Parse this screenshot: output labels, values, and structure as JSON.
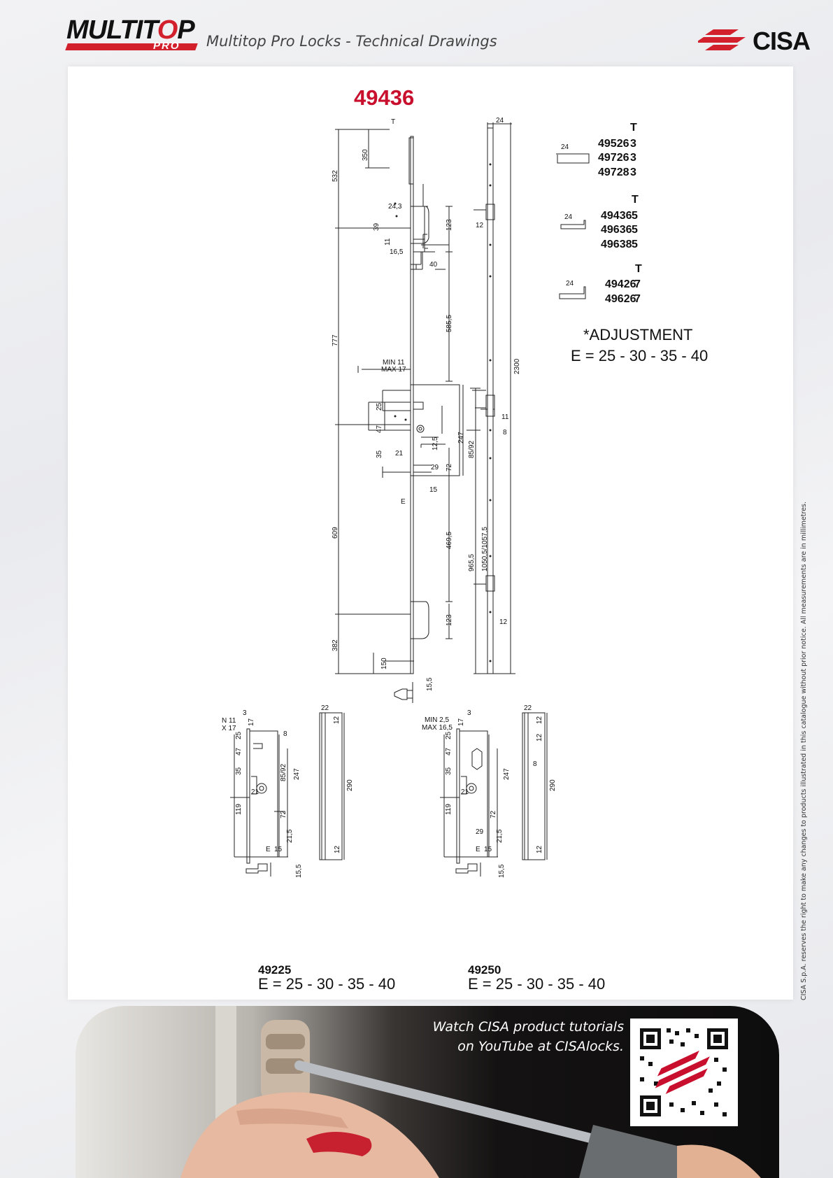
{
  "header": {
    "brand_prefix": "MULTIT",
    "brand_red": "O",
    "brand_suffix": "P",
    "brand_sub": "PRO",
    "title": "Multitop Pro Locks - Technical Drawings",
    "cisa_logo": "CISA"
  },
  "main": {
    "product_code": "49436",
    "dims": [
      "T",
      "24",
      "350",
      "532",
      "24,3",
      "39",
      "11",
      "123",
      "16,5",
      "40",
      "12",
      "777",
      "585,5",
      "2300",
      "MIN 11",
      "MAX 17",
      "25",
      "47",
      "35",
      "21",
      "12,5",
      "247",
      "85/92",
      "29",
      "72",
      "15",
      "E",
      "11",
      "8",
      "609",
      "469,5",
      "965,5",
      "1050,5/1057,5",
      "12",
      "123",
      "382",
      "150",
      "15,5"
    ],
    "variants": [
      {
        "t_label": "T",
        "width": "24",
        "t": "3",
        "codes": [
          "49526",
          "49726",
          "49728"
        ]
      },
      {
        "t_label": "T",
        "width": "24",
        "t": "5",
        "codes": [
          "49436",
          "49636",
          "49638"
        ]
      },
      {
        "t_label": "T",
        "width": "24",
        "t": "7",
        "codes": [
          "49426",
          "49626"
        ]
      }
    ],
    "adjustment_label": "*ADJUSTMENT",
    "adjustment_values": "E = 25 - 30 - 35 - 40"
  },
  "small_drawings": [
    {
      "code": "49225",
      "adjustment": "E = 25 - 30 - 35 - 40",
      "dims": [
        "3",
        "17",
        "N 11",
        "X 17",
        "25",
        "47",
        "8",
        "35",
        "85/92",
        "247",
        "21",
        "119",
        "72",
        "E",
        "15",
        "21,5",
        "22",
        "12",
        "290",
        "12",
        "15,5"
      ]
    },
    {
      "code": "49250",
      "adjustment": "E = 25 - 30 - 35 - 40",
      "dims": [
        "3",
        "17",
        "MIN 2,5",
        "MAX 16,5",
        "25",
        "47",
        "35",
        "247",
        "21",
        "119",
        "72",
        "29",
        "E",
        "15",
        "21,5",
        "22",
        "12",
        "12",
        "8",
        "290",
        "12",
        "15,5"
      ]
    }
  ],
  "side_note": "CISA S.p.A. reserves the right to make any changes to products illustrated in this catalogue without prior notice. All measurements are in millimetres.",
  "footer": {
    "line1": "Watch CISA product tutorials",
    "line2": "on YouTube at CISAlocks."
  },
  "colors": {
    "accent_red": "#c8102e",
    "brand_red": "#d2202d",
    "ink": "#111111"
  }
}
